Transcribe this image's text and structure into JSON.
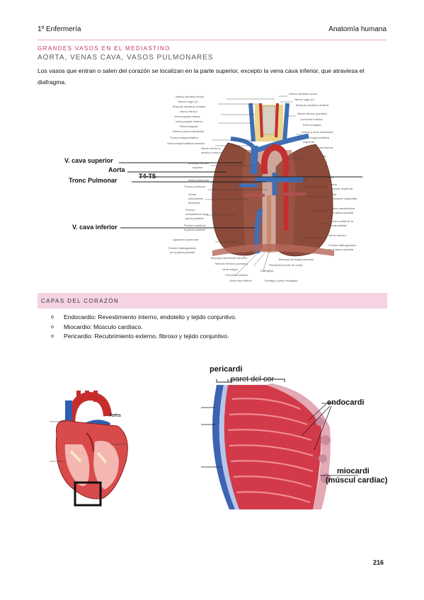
{
  "header": {
    "left": "1º Enfermería",
    "right": "Anatomía humana"
  },
  "section1": {
    "title": "GRANDES VASOS EN EL MEDIASTINO",
    "subtitle": "AORTA, VENAS CAVA, VASOS PULMONARES",
    "paragraph": "Los vasos que entran o salen del corazón se localizan en la parte superior, excepto la vena cava inferior, que atraviesa el diafragma."
  },
  "figure1": {
    "labels": {
      "vcs": "V. cava superior",
      "aorta": "Aorta",
      "t4t5": "T4-T5",
      "tronc": "Tronc Pulmonar",
      "vci": "V. cava inferior"
    }
  },
  "section2": {
    "title": "CAPAS DEL CORAZÓN",
    "bullets": [
      "Endocardio: Revestimiento interno, endotelio y tejido conjuntivo.",
      "Miocardio: Músculo cardíaco.",
      "Pericardio: Recubrimiento externo, fibroso y tejido conjuntivo."
    ]
  },
  "figure2": {
    "aorta": "Aorta"
  },
  "figure3": {
    "pericardi": "pericardi",
    "paret": "paret del cor",
    "endocardi": "endocardi",
    "miocardi": "miocardi",
    "muscul": "(múscul cardíac)"
  },
  "footer": {
    "page": "216"
  }
}
